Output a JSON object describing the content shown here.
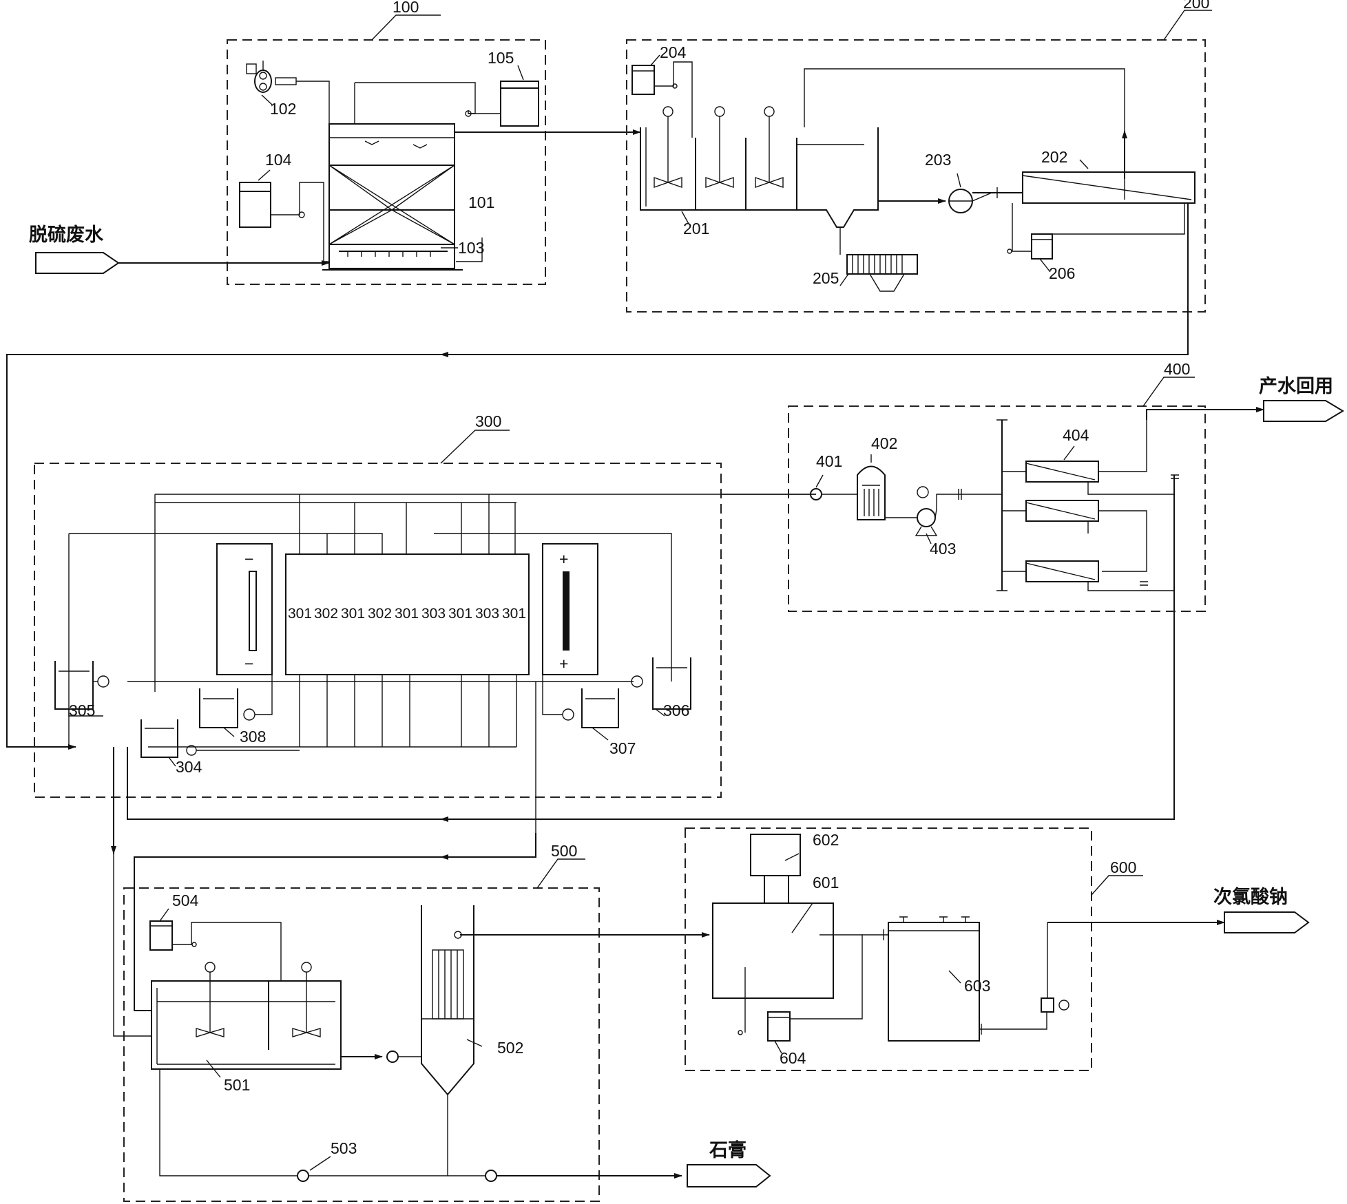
{
  "io_labels": {
    "desulfurization_wastewater": "脱硫废水",
    "product_water_reuse": "产水回用",
    "sodium_hypochlorite": "次氯酸钠",
    "gypsum": "石膏"
  },
  "units": {
    "u100": "100",
    "u200": "200",
    "u300": "300",
    "u400": "400",
    "u500": "500",
    "u600": "600"
  },
  "components": {
    "c101": "101",
    "c102": "102",
    "c103": "103",
    "c104": "104",
    "c105": "105",
    "c201": "201",
    "c202": "202",
    "c203": "203",
    "c204": "204",
    "c205": "205",
    "c206": "206",
    "c304": "304",
    "c305": "305",
    "c306": "306",
    "c307": "307",
    "c308": "308",
    "c401": "401",
    "c402": "402",
    "c403": "403",
    "c404": "404",
    "c501": "501",
    "c502": "502",
    "c503": "503",
    "c504": "504",
    "c601": "601",
    "c602": "602",
    "c603": "603",
    "c604": "604"
  },
  "ed_stack_cells": [
    "301",
    "302",
    "301",
    "302",
    "301",
    "303",
    "301",
    "303",
    "301"
  ],
  "electrodes": {
    "cathode_sign": "−",
    "anode_sign": "+"
  }
}
